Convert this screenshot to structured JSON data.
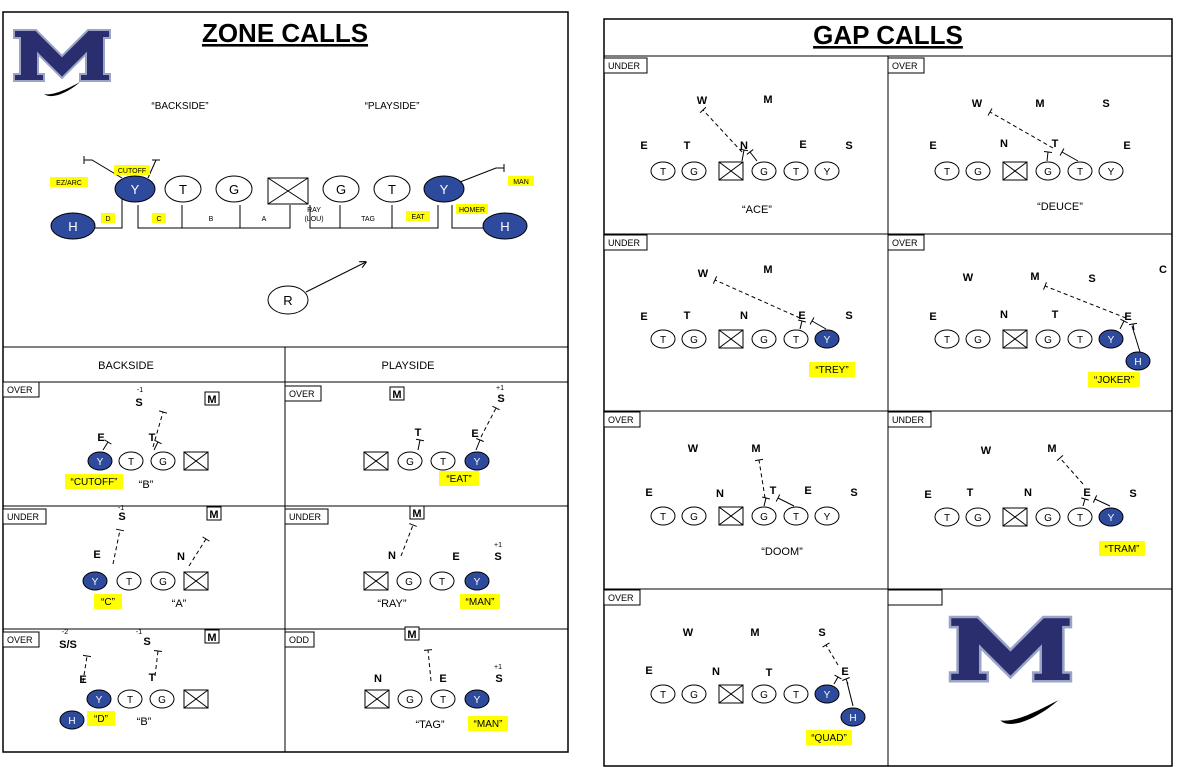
{
  "zone": {
    "title": "ZONE CALLS",
    "backside": "“BACKSIDE”",
    "playside": "“PLAYSIDE”",
    "line": [
      "T",
      "G",
      "G",
      "T"
    ],
    "gap_labels": [
      "D",
      "C",
      "B",
      "A",
      "RAY\n(LOU)",
      "TAG",
      "EAT",
      "HOMER"
    ],
    "tags": [
      "EZ/ARC",
      "CUTOFF",
      "MAN"
    ],
    "r": "R",
    "h": "H",
    "y": "Y",
    "col_backside": "BACKSIDE",
    "col_playside": "PLAYSIDE"
  },
  "gap": {
    "title": "GAP CALLS"
  },
  "colors": {
    "navy": "#2E4A9C",
    "yellow": "#FFFF00",
    "logo": "#2B2E6E"
  }
}
